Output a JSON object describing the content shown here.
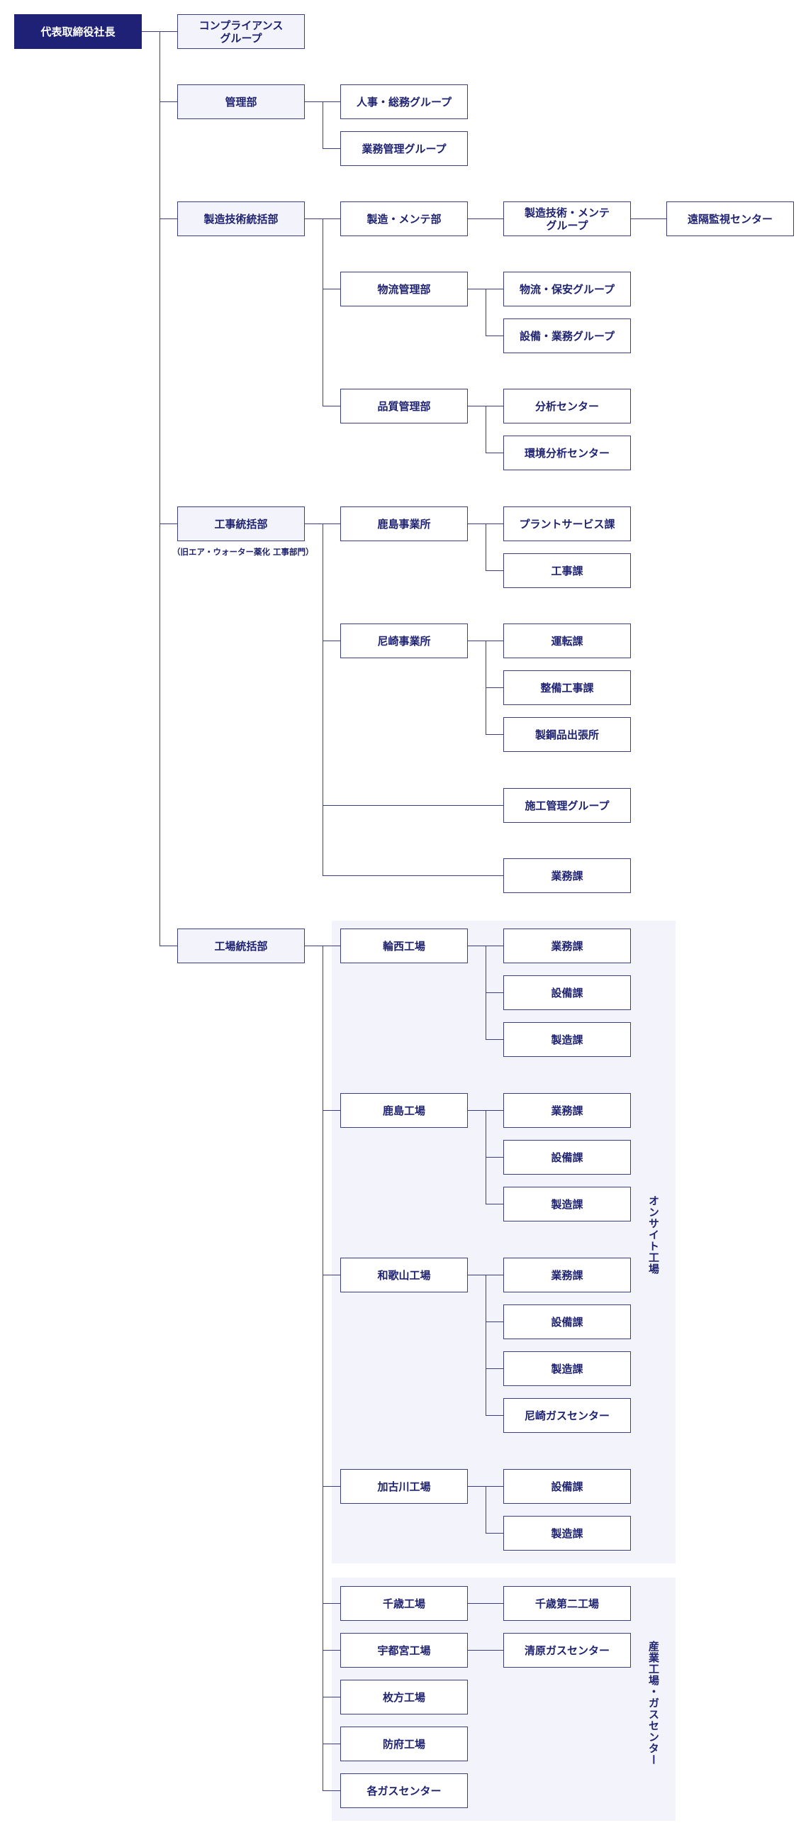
{
  "org": {
    "root": "代表取締役社長",
    "compliance": "コンプライアンス\nグループ",
    "kanri": "管理部",
    "jinji": "人事・総務グループ",
    "gyomukanri": "業務管理グループ",
    "seizogijutsu": "製造技術統括部",
    "seizo_mente": "製造・メンテ部",
    "seizogijutsu_mente_g": "製造技術・メンテ\nグループ",
    "enkaku": "遠隔監視センター",
    "butsuryu_kanri": "物流管理部",
    "butsuryu_hoan": "物流・保安グループ",
    "setsubi_gyomu_g": "設備・業務グループ",
    "hinshitsu": "品質管理部",
    "bunseki": "分析センター",
    "kankyo_bunseki": "環境分析センター",
    "koji_tokatsu": "工事統括部",
    "koji_note": "（旧エア・ウォーター薬化 工事部門）",
    "kashima_jigyo": "鹿島事業所",
    "plant_service": "プラントサービス課",
    "kojika": "工事課",
    "amagasaki_jigyo": "尼崎事業所",
    "untenka": "運転課",
    "seibi_koji": "整備工事課",
    "seiko_shutcho": "製鋼品出張所",
    "seko_kanri": "施工管理グループ",
    "gyomuka_koji": "業務課",
    "kojo_tokatsu": "工場統括部",
    "wanishi": "輪西工場",
    "wanishi_gyomu": "業務課",
    "wanishi_setsubi": "設備課",
    "wanishi_seizo": "製造課",
    "kashima_kojo": "鹿島工場",
    "kashima_gyomu": "業務課",
    "kashima_setsubi": "設備課",
    "kashima_seizo": "製造課",
    "wakayama": "和歌山工場",
    "wakayama_gyomu": "業務課",
    "wakayama_setsubi": "設備課",
    "wakayama_seizo": "製造課",
    "amagasaki_gas": "尼崎ガスセンター",
    "kakogawa": "加古川工場",
    "kakogawa_setsubi": "設備課",
    "kakogawa_seizo": "製造課",
    "chitose": "千歳工場",
    "chitose_daini": "千歳第二工場",
    "utsunomiya": "宇都宮工場",
    "kiyohara_gas": "清原ガスセンター",
    "hirakata": "枚方工場",
    "hofu": "防府工場",
    "kaku_gas": "各ガスセンター",
    "onsite_label": "オンサイト工場",
    "sangyo_label": "産業工場・ガスセンター"
  }
}
